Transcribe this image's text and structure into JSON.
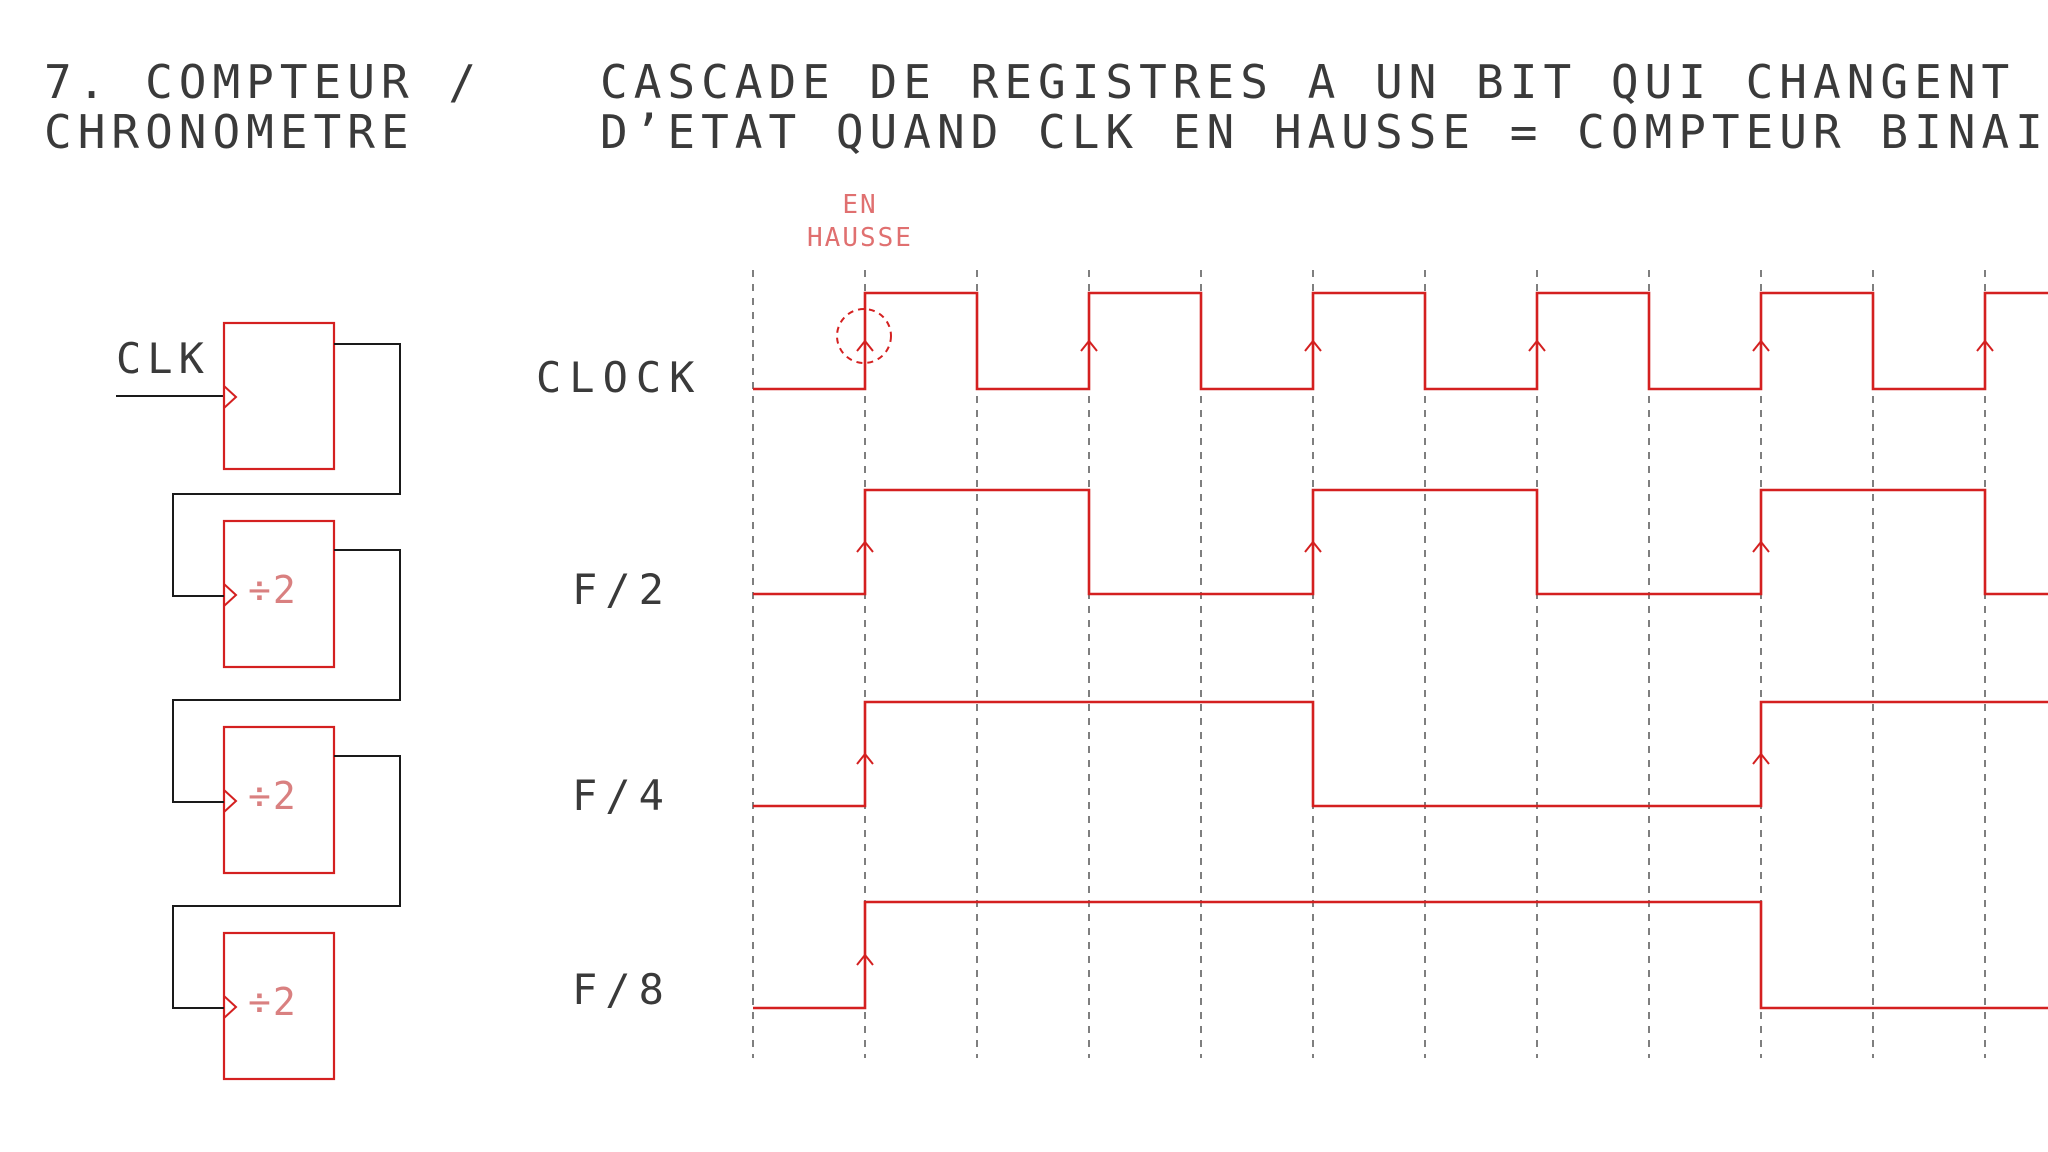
{
  "title": {
    "line1": "7. COMPTEUR /",
    "line2": "CHRONOMETRE"
  },
  "subtitle": {
    "line1": "CASCADE DE REGISTRES A UN BIT QUI CHANGENT",
    "line2": "D’ETAT QUAND CLK EN HAUSSE = COMPTEUR BINAIRE"
  },
  "rising_edge_hint": {
    "line1": "EN",
    "line2": "HAUSSE"
  },
  "circuit": {
    "input_label": "CLK",
    "stage_labels": [
      "",
      "÷2",
      "÷2",
      "÷2"
    ]
  },
  "timing": {
    "signals": [
      {
        "name": "CLOCK",
        "levels": [
          0,
          1,
          0,
          1,
          0,
          1,
          0,
          1,
          0,
          1,
          0,
          1
        ]
      },
      {
        "name": "F/2",
        "levels": [
          0,
          1,
          1,
          0,
          0,
          1,
          1,
          0,
          0,
          1,
          1,
          0
        ]
      },
      {
        "name": "F/4",
        "levels": [
          0,
          1,
          1,
          1,
          1,
          0,
          0,
          0,
          0,
          1,
          1,
          1
        ]
      },
      {
        "name": "F/8",
        "levels": [
          0,
          1,
          1,
          1,
          1,
          1,
          1,
          1,
          1,
          0,
          0,
          0
        ]
      }
    ]
  },
  "colors": {
    "signal": "#d42020",
    "block": "#d42020",
    "wire": "#1a1a1a",
    "gridline": "#555555",
    "text": "#3a3a3a",
    "hint": "#e07070"
  }
}
